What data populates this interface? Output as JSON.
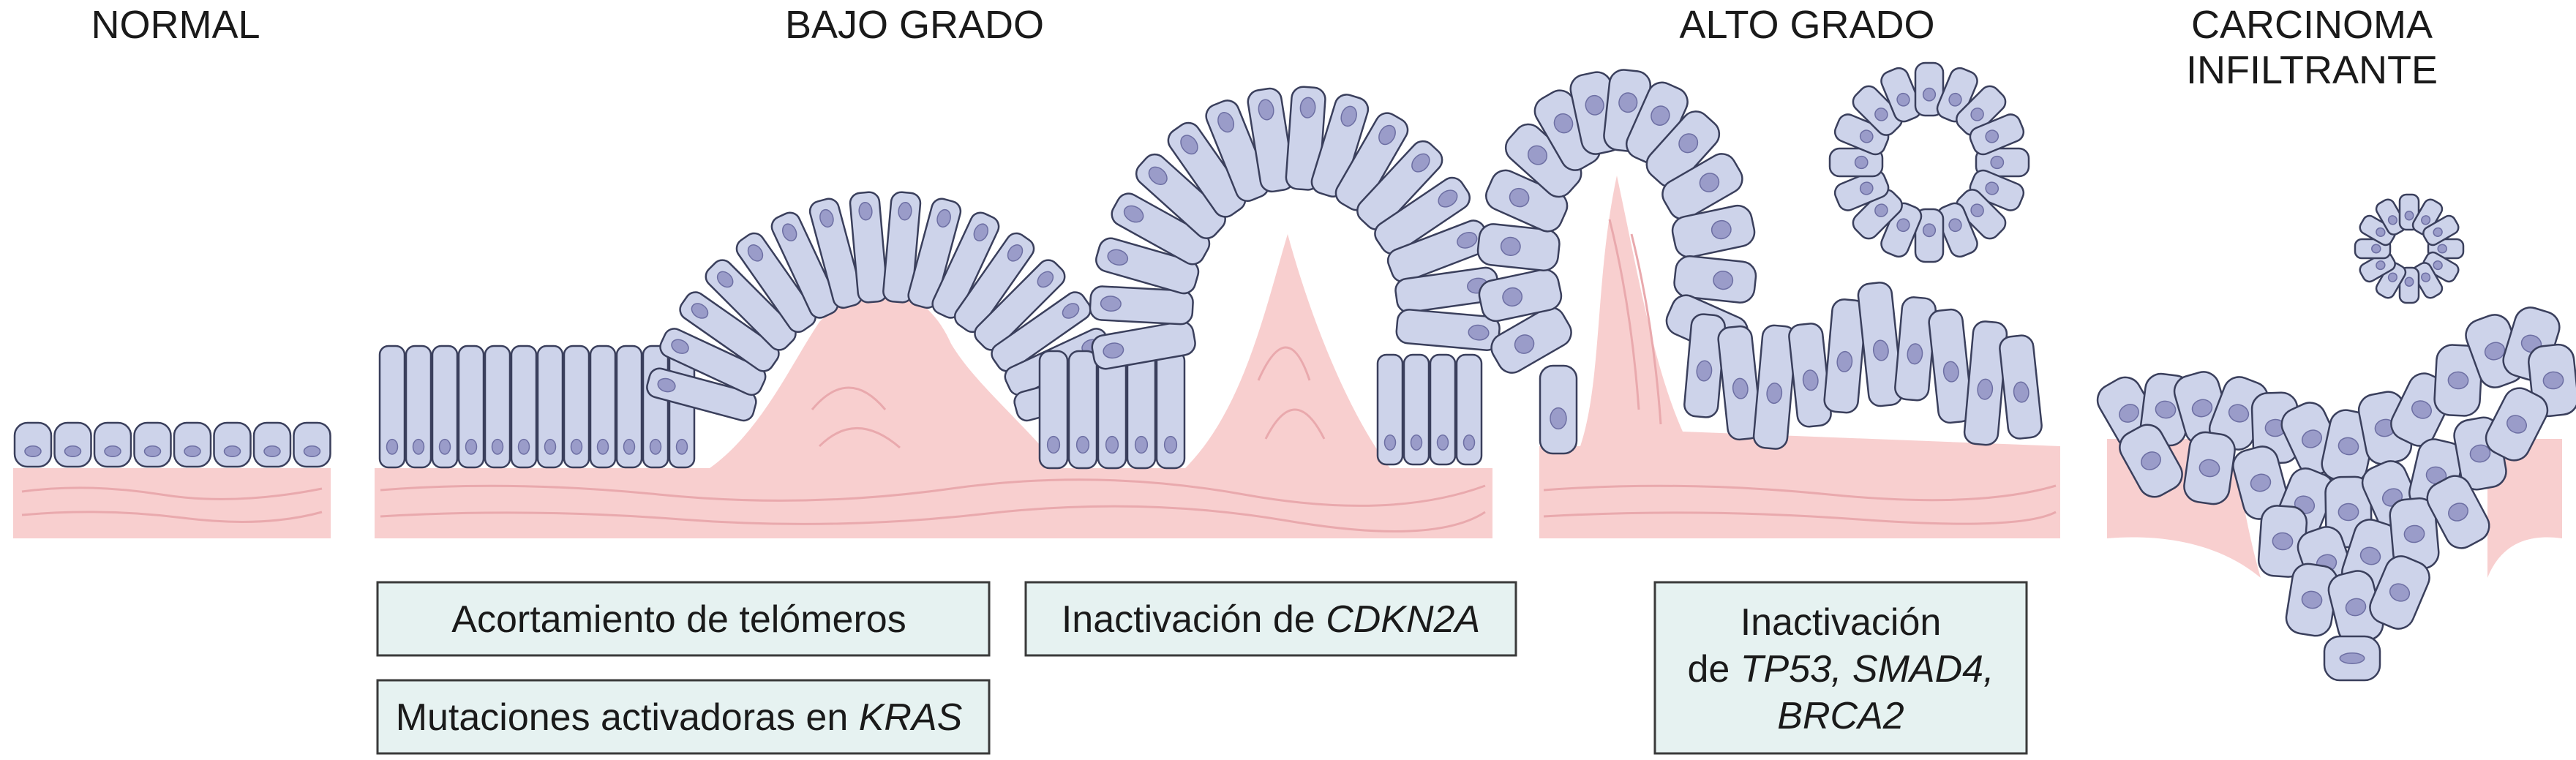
{
  "stages": {
    "normal": {
      "title": "NORMAL"
    },
    "low_grade": {
      "title": "BAJO GRADO"
    },
    "high_grade": {
      "title": "ALTO GRADO"
    },
    "invasive": {
      "title_line1": "CARCINOMA",
      "title_line2": "INFILTRANTE"
    }
  },
  "boxes": {
    "telomeres": {
      "text": "Acortamiento de telómeros"
    },
    "kras": {
      "prefix": "Mutaciones activadoras en ",
      "gene": "KRAS"
    },
    "cdkn2a": {
      "prefix": "Inactivación de ",
      "gene": "CDKN2A"
    },
    "tp53": {
      "line1": "Inactivación",
      "line2_prefix": "de ",
      "line2_genes": "TP53, SMAD4,",
      "line3_genes": "BRCA2"
    }
  },
  "colors": {
    "stroma": "#f8cfcf",
    "stroma_fibers": "#e9a9ad",
    "cell_fill": "#cdd3ea",
    "cell_stroke": "#3a3f5c",
    "nucleus": "#9a9cc9",
    "box_fill": "#e6f2f1",
    "box_stroke": "#3a3a3a"
  }
}
